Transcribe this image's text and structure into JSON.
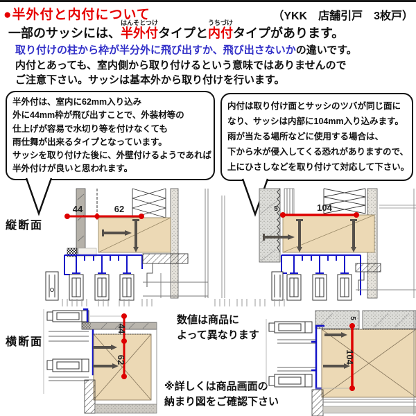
{
  "header": {
    "bullet": "●",
    "title": "半外付と内付について",
    "product": "（YKK　店舗引戸　3枚戸）",
    "intro": {
      "pre": "一部のサッシには、",
      "term1": "半外付",
      "term1_ruby": "はんそとつけ",
      "mid": "タイプと",
      "term2": "内付",
      "term2_ruby": "うちづけ",
      "post": "タイプがあります。"
    },
    "note_blue": "取り付けの柱から枠が半分外に飛び出すか、飛び出さないか",
    "note_blue_tail": "の違いです。",
    "note2": "内付とあっても、室内側から取り付けるという意味ではありませんので",
    "note3": "ご注意下さい。サッシは基本外から取り付けを行います。"
  },
  "bubbles": {
    "semi_exterior": "半外付は、室内に62mm入り込み\n外に44mm枠が飛び出すことで、外装材等の\n仕上げが容易で水切り等を付けなくても\n雨仕舞が出来るタイプとなっています。\nサッシを取り付けた後に、外壁付けるようであれば\n半外付けが良いと思われます。",
    "interior": "内付は取り付け面とサッシのツバが同じ面に\nなり、サッシは内部に104mm入り込みます。\n雨が当たる場所などに使用する場合は、\n下から水が侵入してくる恐れがありますので、\n上にひさしなどを取り付けて対応して下さい。"
  },
  "sections": {
    "vertical": "縦断面",
    "horizontal": "横断面"
  },
  "notes": {
    "values_vary": "数値は商品に\nよって異なります",
    "see_product": "※詳しくは商品画面の\n納まり図をご確認下さい"
  },
  "dims": {
    "semi_out": "44",
    "semi_in": "62",
    "int_depth": "104",
    "int_tsuba": "5"
  },
  "colors": {
    "title_red": "#e60000",
    "dim_red": "#dd0000",
    "note_blue": "#3230c8",
    "frame_blue": "#1414c8",
    "wood_fill": "#ecd9b5"
  }
}
